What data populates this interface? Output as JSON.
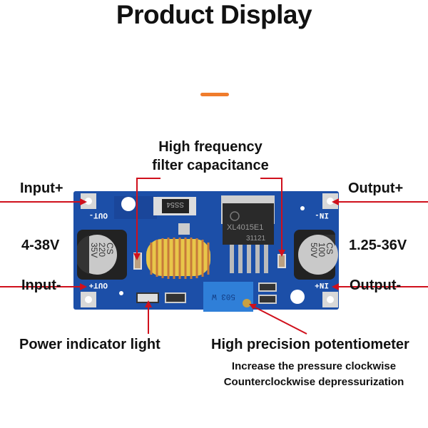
{
  "title": "Product Display",
  "accent_color": "#f07c2c",
  "arrow_color": "#d0101c",
  "labels": {
    "hf_line1": "High frequency",
    "hf_line2": "filter capacitance",
    "input_plus": "Input+",
    "input_minus": "Input-",
    "input_voltage": "4-38V",
    "output_plus": "Output+",
    "output_minus": "Output-",
    "output_voltage": "1.25-36V",
    "power_light": "Power indicator light",
    "potentiometer": "High precision potentiometer",
    "pot_note1": "Increase the pressure clockwise",
    "pot_note2": "Counterclockwise depressurization"
  },
  "board": {
    "pcb_color": "#1c4fa8",
    "silk_out_minus": "OUT-",
    "silk_out_plus": "OUT+",
    "silk_in_minus": "IN-",
    "silk_in_plus": "IN+",
    "diode": "SS54",
    "chip_line1": "XL4015E1",
    "chip_line2": "31121",
    "cap_left": [
      "CS",
      "220",
      "35V"
    ],
    "cap_right": [
      "CS",
      "100",
      "50V"
    ],
    "pot_marking": "503 W"
  }
}
